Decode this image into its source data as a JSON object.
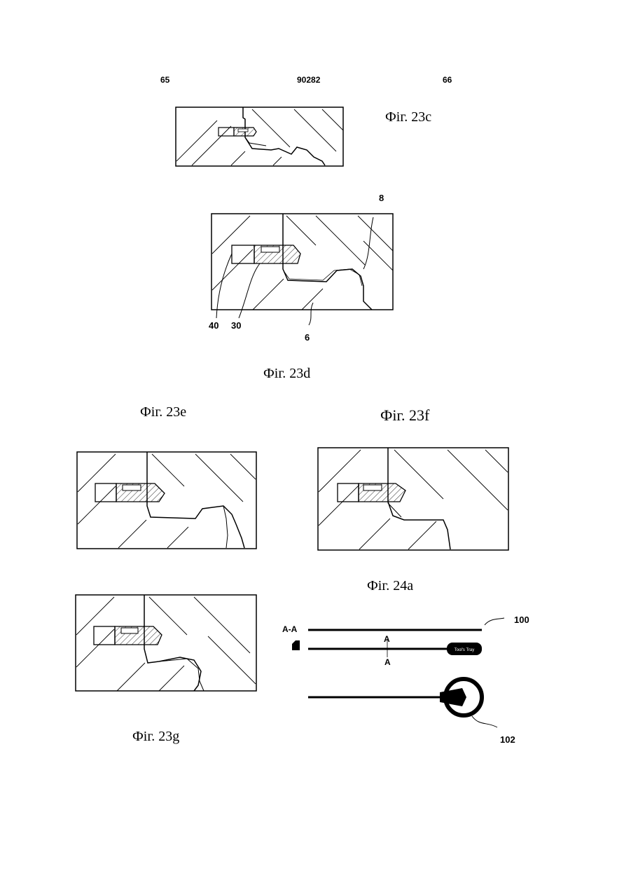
{
  "header": {
    "left_page": "65",
    "doc_number": "90282",
    "right_page": "66"
  },
  "captions": {
    "fig23c": "Фіг. 23c",
    "fig23d": "Фіг. 23d",
    "fig23e": "Фіг. 23e",
    "fig23f": "Фіг. 23f",
    "fig24a": "Фіг. 24a",
    "fig23g": "Фіг. 23g"
  },
  "references": {
    "r8": "8",
    "r40": "40",
    "r30": "30",
    "r6": "6",
    "r100": "100",
    "r102": "102",
    "section_aa": "A-A",
    "a_top": "A",
    "a_bottom": "A"
  },
  "tool_strip_text": "Tool's Tray"
}
